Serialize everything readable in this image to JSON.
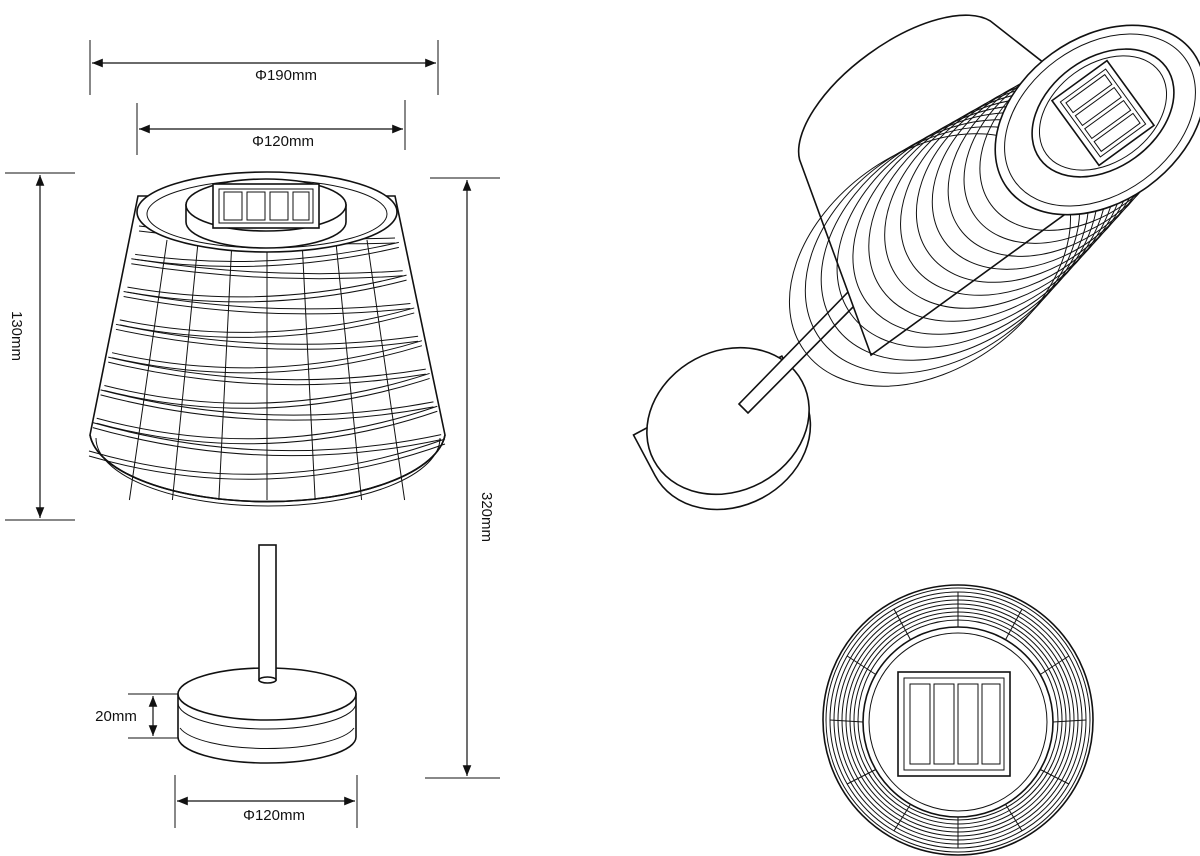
{
  "dimensions": {
    "shade_bottom_diameter": "Φ190mm",
    "shade_top_diameter": "Φ120mm",
    "shade_height": "130mm",
    "total_height": "320mm",
    "base_height": "20mm",
    "base_diameter": "Φ120mm"
  },
  "colors": {
    "line": "#111111",
    "background": "#ffffff"
  },
  "views": [
    "front-view",
    "perspective-view",
    "top-view"
  ]
}
